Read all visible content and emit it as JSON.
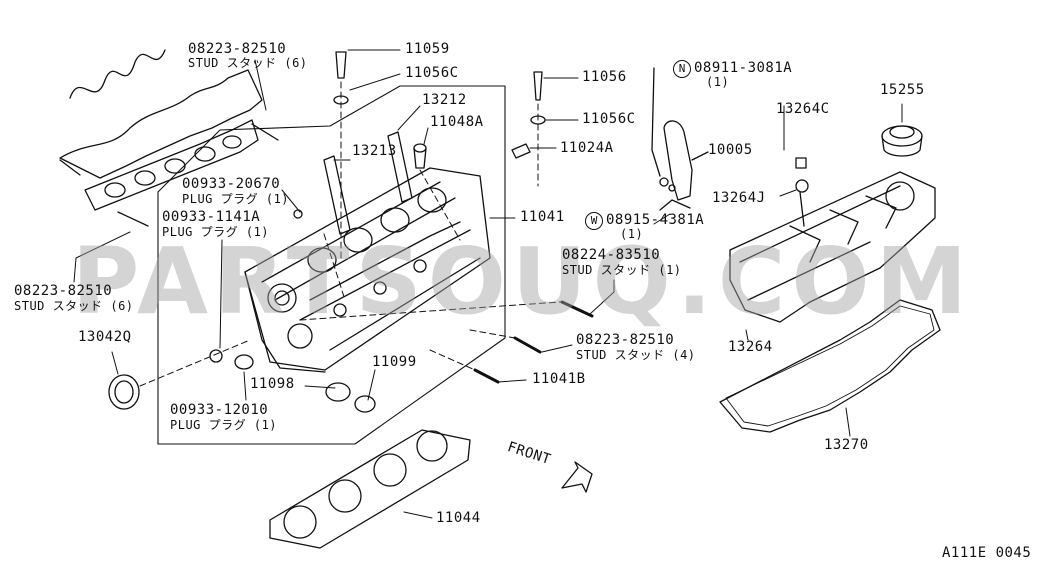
{
  "watermark": "PARTSOUQ.COM",
  "diagram_code": "A111E 0045",
  "front_label": "FRONT",
  "labels": {
    "p11059": "11059",
    "p11056c_top": "11056C",
    "p13212": "13212",
    "p11048a": "11048A",
    "p13213": "13213",
    "p11056": "11056",
    "p11056c": "11056C",
    "p11024a": "11024A",
    "p00933_20670": "00933-20670",
    "p00933_20670_desc": "PLUG プラグ (1)",
    "p00933_1141a": "00933-1141A",
    "p00933_1141a_desc": "PLUG プラグ (1)",
    "p08223_top": "08223-82510",
    "p08223_top_desc": "STUD スタッド (6)",
    "p08223_left": "08223-82510",
    "p08223_left_desc": "STUD スタッド (6)",
    "p13042q": "13042Q",
    "p11041": "11041",
    "p08224": "08224-83510",
    "p08224_desc": "STUD スタッド (1)",
    "p08223_right": "08223-82510",
    "p08223_right_desc": "STUD スタッド (4)",
    "p11041b": "11041B",
    "p11099": "11099",
    "p11098": "11098",
    "p00933_12010": "00933-12010",
    "p00933_12010_desc": "PLUG プラグ (1)",
    "p11044": "11044",
    "p08911": "08911-3081A",
    "p08911_qty": "(1)",
    "p08911_mark": "N",
    "p10005": "10005",
    "p08915": "08915-4381A",
    "p08915_qty": "(1)",
    "p08915_mark": "W",
    "p13264c": "13264C",
    "p15255": "15255",
    "p13264j": "13264J",
    "p13264": "13264",
    "p13270": "13270"
  }
}
